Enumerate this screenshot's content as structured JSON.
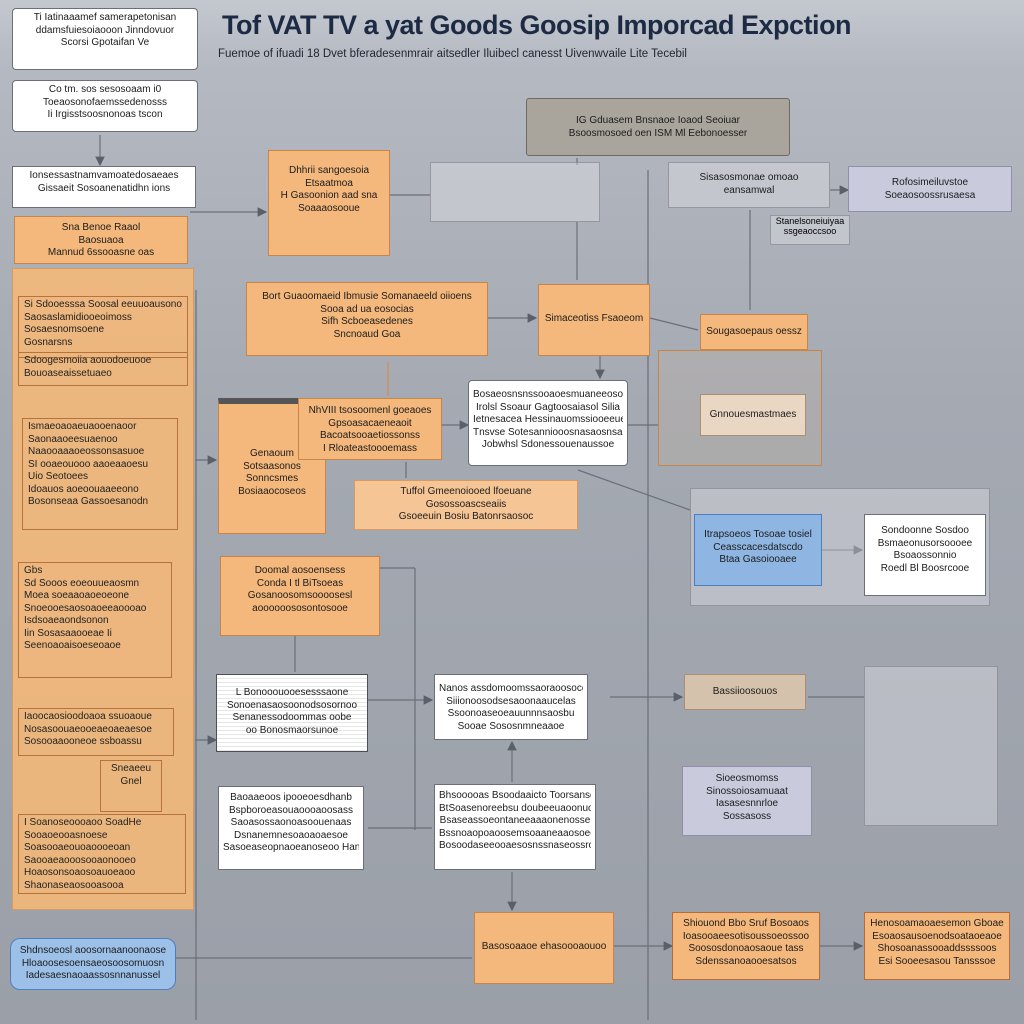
{
  "header": {
    "title": "Tof VAT TV a yat Goods Goosip Imporcad Expction",
    "subtitle": "Fuemoe of ifuadi 18 Dvet bferadesenmrair aitsedler Iluibecl canesst Uivenwvaile Lite Tecebil"
  },
  "nodes": {
    "top_left_box": [
      "Ti Iatinaaamef samerapetonisan",
      "ddamsfuiesoiaooon Jinndovuor",
      "Scorsi Gpotaifan Ve"
    ],
    "box_a": [
      "Co tm. sos sesosoaam i0",
      "Toeaosonofaemssedenosss",
      "Ii Irgisstsoosnonoas tscon"
    ],
    "box_b": [
      "Ionsessastnamvamoatedosaeaes",
      "Gissaeit Sosoanenatidhn ions"
    ],
    "side_orange": [
      "Sna Benoe Raaol",
      "Baosuaoa",
      "Mannud 6ssooasne oas"
    ],
    "center_top": [
      "Dhhrii sangoesoia",
      "Etsaatmoa",
      "H Gasoonion aad sna",
      "Soaaaosooue"
    ],
    "gray_top": [
      "IG Gduasem Bnsnaoe Ioaod Seoiuar",
      "Bsoosmosoed oen ISM  Ml Eebonoesser"
    ],
    "ghost_top": [
      "Sisasosmonae omoao",
      "eansamwal"
    ],
    "right_top": [
      "Rofosimeiluvstoe",
      "Soeaosoossrusaesa"
    ],
    "right_lav": [
      "Stanelsoneiuiyaa",
      "ssgeaoccsoo"
    ],
    "wide_orange": [
      "Bort Guaoomaeid Ibmusie Somanaeeld oiioens",
      "Sooa ad ua eosocias",
      "Sifh Scboeasedenes",
      "Sncnoaud Goa"
    ],
    "mid_orange": [
      "Simaceotiss Fsaoeom"
    ],
    "mr_orange": [
      "Sougasoepaus oessz"
    ],
    "mr_beige": [
      "Gnnouesmastmaes"
    ],
    "left_dark": [
      "Genaoum",
      "Sotsaasonos",
      "Sonncsmes",
      "Bosiaaocoseos"
    ],
    "center_orange2": [
      "NhVIII tsosoomenl goeaoes",
      "Gpsoasacaeneaoit",
      "Bacoatsooaetiossonss",
      "I Rloateastoooemass"
    ],
    "center_white": [
      "Bosaeosnsnssooaoesmuaneeosod",
      "Irolsl Ssoaur Gagtoosaiasol Silia",
      "Ietnesacea Hessinauomssiooeeueoor",
      "Tnsvse Sotesanniooosnasaosnsaod",
      "Jobwhsl Sdonessouenaussoe"
    ],
    "peach_mid": [
      "Tuffol Gmeenoiooed lfoeuane",
      "Gosossoascseaiis",
      "Gsoeeuin Bosiu Batonrsaosoc"
    ],
    "blue_mid": [
      "Itrapsoeos Tosoae tosiel",
      "Ceasscacesdatscdo",
      "Btaa Gasoiooaee"
    ],
    "white_right": [
      "Sondoonne Sosdoo",
      "Bsmaeonusorsoooee",
      "Bsoaossonnio",
      "Roedl Bl Boosrcooe"
    ],
    "orange_mid_left": [
      "Doomal aosoensess",
      "Conda  I tl BiTsoeas",
      "Gosanoosomsoooosesl",
      "aoooooososontosooe"
    ],
    "stripe_left": [
      "L Bonooouooesesssaone",
      "Sonoenasaosoonodsosornoo",
      "Senanessodoommas oobe",
      "oo Bonosmaorsunoe"
    ],
    "center_white2": [
      "Nanos assdomoomssaoraoosocos",
      "Siiionoosodsesaoonaaucelas",
      "Ssoonoaseoeauunnnsaosbu",
      "Sooae Sososnmneaaoe"
    ],
    "beige_right": [
      "Bassiioosouos"
    ],
    "lav_right": [
      "Sioeosmomss",
      "Sinossoiosamuaat",
      "Iasasesnnrloe",
      "Sossasoss"
    ],
    "white_bottom_left": [
      "Baoaaeoos ipooeoesdhanb",
      "Bspboroeasouaoooaoosass",
      "Saoasossaonoasoouenaas",
      "Dsnanemnesoaoaoaesoe",
      "Sasoeaseopnaoeanoseoo Hanss"
    ],
    "white_bottom_center": [
      "Bhsooooas Bsoodaaicto Toorsanscoo",
      "BtSoasenoreebsu doubeeuaoonuo",
      "Bsaseassoeontaneeaaaonenosse",
      "Bssnoaopoaoosemsoaaneaaosoeo",
      "Bosoodaseeooaesosnssnaseossrosu"
    ],
    "orange_bottom_center": [
      "Basosoaaoe ehasoooaouoo"
    ],
    "orange_bottom_r1": [
      "Shiouond Bbo Sruf Bosoaos",
      "Ioasooaeesotisoussoeossoo",
      "Soososdonoaosaoue tass",
      "Sdenssanoaooesatsos"
    ],
    "orange_bottom_r2": [
      "Henosoamaoaesemon Gboae",
      "Esoaosausoenodsoataoeaoe",
      "Shosoanassooaddssssoos",
      "Esi Sooeesasou Tansssoe"
    ],
    "blue_bottom_left": [
      "Shdnsoeosl aoosornaanoonaose",
      "Hloaoosesoensaeosoosomuosn",
      "Iadesaesnaoaassosnnanussel"
    ]
  },
  "panel": {
    "sub1": [
      "Si  Sdooesssa  Soosal eeuuoausonoees",
      "Saosaslamidiooeoimoss",
      "Sosaesnomsoene",
      "Gosnarsns"
    ],
    "sub2": [
      "Sdoogesmoiia aouodoeuooe",
      "Bouoaseaissetuaeo"
    ],
    "sub3": [
      "Ismaeoaoaeuaooenaoor",
      "Saonaaoeesuaenoo",
      "Naaooaaaoeossonsasuoe",
      "SI ooaeouooo aaoeaaoesu",
      "Uio Seotoees",
      "Idoauos aoeoouaaeeono",
      "Bosonseaa Gassoesanodn"
    ],
    "sub4": [
      "Gbs",
      "Sd  Sooos eoeouueaosmn",
      "Moea soeaaoaoeoeone",
      "Snoeooesaosoaoeeaoooao",
      "Isdsoaeaondsonon",
      "Iin Sosasaaooeae  Ii",
      "Seenoaoaisoeseoaoe"
    ],
    "sub5": [
      "Iaoocaosioodoaoa ssuoaoue",
      "Nosasoouaeooeaeoaeaesoe",
      "Sosooaaooneoe ssboassu"
    ],
    "sub6": [
      "Sneaeeu",
      "Gnel"
    ],
    "sub7": [
      "I Soanoseoooaoo SoadHe",
      "Sooaoeooasnoese",
      "Soasooaeouoaoooeoan",
      "Saooaeaooosooaonooeo",
      "Hoaosonsoaosoauoeaoo",
      "Shaonaseaosooasooa"
    ]
  }
}
